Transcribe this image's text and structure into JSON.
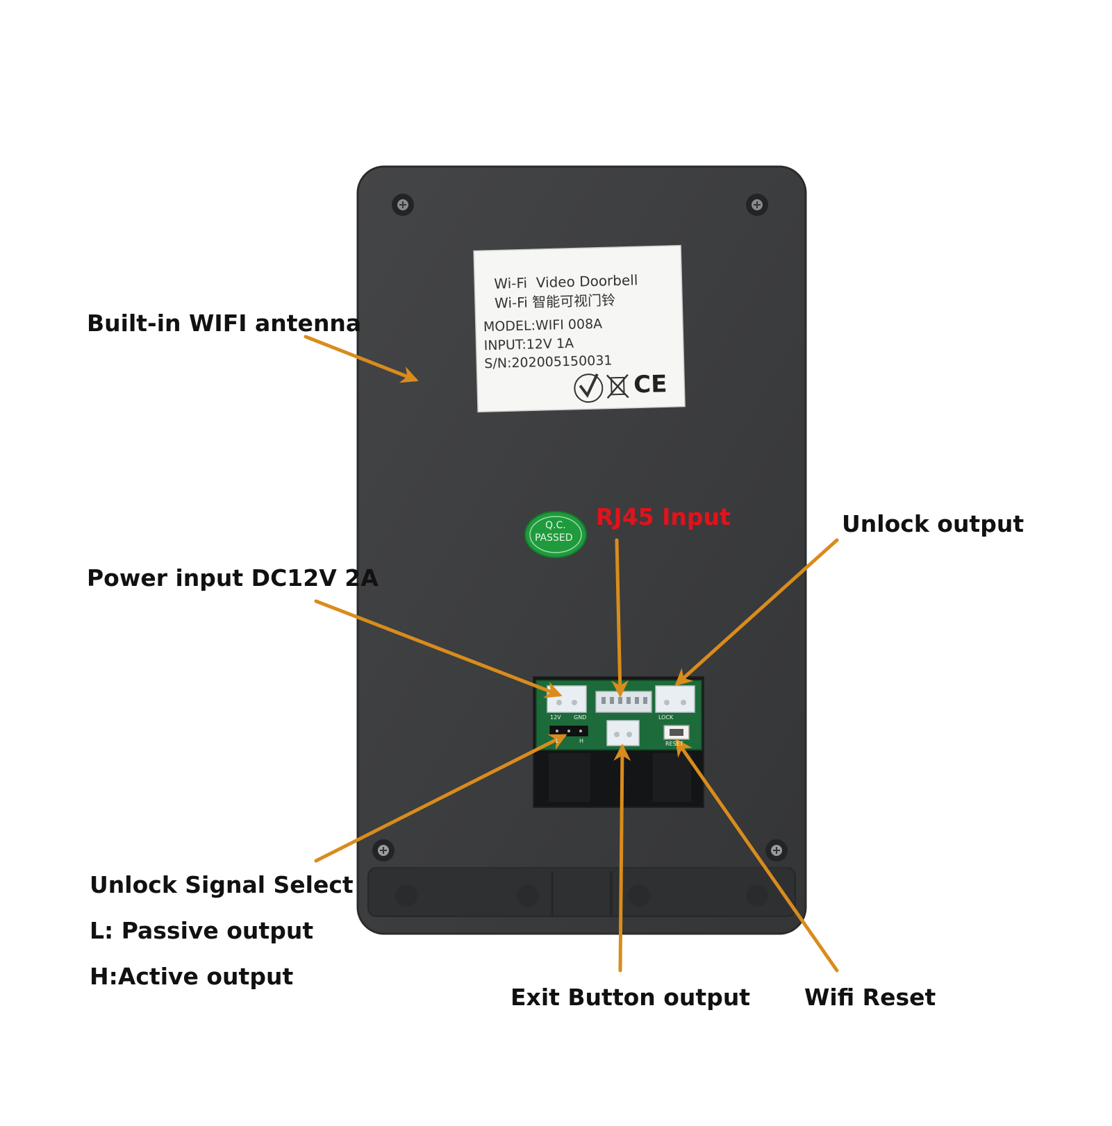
{
  "device": {
    "label_plate": {
      "title_en": "Wi-Fi  Video Doorbell",
      "title_cn": "Wi-Fi 智能可视门铃",
      "model": "MODEL:WIFI 008A",
      "input": "INPUT:12V 1A",
      "serial": "S/N:202005150031",
      "ce_mark": "CE"
    },
    "qc_sticker": {
      "line1": "Q.C.",
      "line2": "PASSED"
    },
    "pcb": {
      "reset_label": "RESET",
      "lock_label": "LOCK",
      "gnd_label": "GND",
      "v12_label": "12V",
      "l_label": "L",
      "h_label": "H"
    }
  },
  "callouts": {
    "wifi_antenna": "Built-in WIFI antenna",
    "rj45": "RJ45 Input",
    "unlock_output": "Unlock output",
    "power_input": "Power input DC12V 2A",
    "unlock_signal_select": "Unlock Signal Select",
    "passive": "L: Passive output",
    "active": "H:Active output",
    "exit_button": "Exit Button output",
    "wifi_reset": "Wifi Reset"
  },
  "colors": {
    "arrow": "#d98c1c",
    "housing": "#3b3c3e",
    "rj45_label": "#e3121b",
    "qc_green": "#1f9a3c"
  }
}
